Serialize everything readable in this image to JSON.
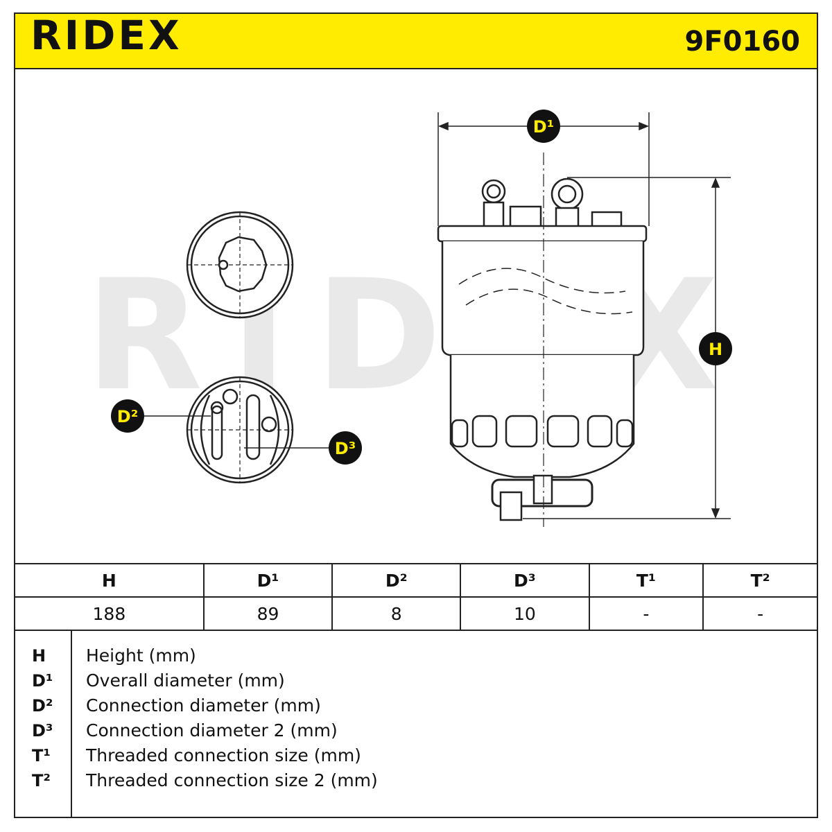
{
  "header": {
    "brand": "RIDEX",
    "part_number": "9F0160"
  },
  "drawing": {
    "watermark": "RIDEX",
    "labels": {
      "d1": "D¹",
      "d2": "D²",
      "d3": "D³",
      "h": "H"
    },
    "colors": {
      "accent": "#ffec00",
      "line": "#222222",
      "badge": "#111111",
      "watermark": "#e9e9e9"
    }
  },
  "specs": {
    "headers": [
      "H",
      "D¹",
      "D²",
      "D³",
      "T¹",
      "T²"
    ],
    "values": [
      "188",
      "89",
      "8",
      "10",
      "-",
      "-"
    ]
  },
  "legend": [
    {
      "symbol": "H",
      "text": "Height (mm)"
    },
    {
      "symbol": "D¹",
      "text": "Overall diameter (mm)"
    },
    {
      "symbol": "D²",
      "text": "Connection diameter (mm)"
    },
    {
      "symbol": "D³",
      "text": "Connection diameter 2 (mm)"
    },
    {
      "symbol": "T¹",
      "text": "Threaded connection size (mm)"
    },
    {
      "symbol": "T²",
      "text": "Threaded connection size 2 (mm)"
    }
  ]
}
